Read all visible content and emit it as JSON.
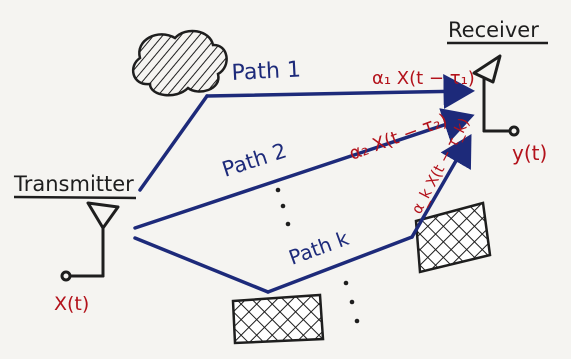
{
  "transmitter": {
    "label": "Transmitter",
    "input_signal": "X(t)"
  },
  "receiver": {
    "label": "Receiver",
    "output_signal": "y(t)"
  },
  "paths": [
    {
      "label": "Path 1",
      "received_term": "α₁ X(t − τ₁)"
    },
    {
      "label": "Path 2",
      "received_term": "α₂ X(t − τ₂)"
    },
    {
      "label": "Path k",
      "received_term": "α_k X(t − τ_k)"
    }
  ],
  "colors": {
    "ink": "#1e1e1e",
    "path": "#1d2a7a",
    "signal": "#b3121b",
    "board": "#f5f4f1"
  },
  "icons": [
    "cloud-scatterer",
    "building-scatterer",
    "antenna"
  ]
}
